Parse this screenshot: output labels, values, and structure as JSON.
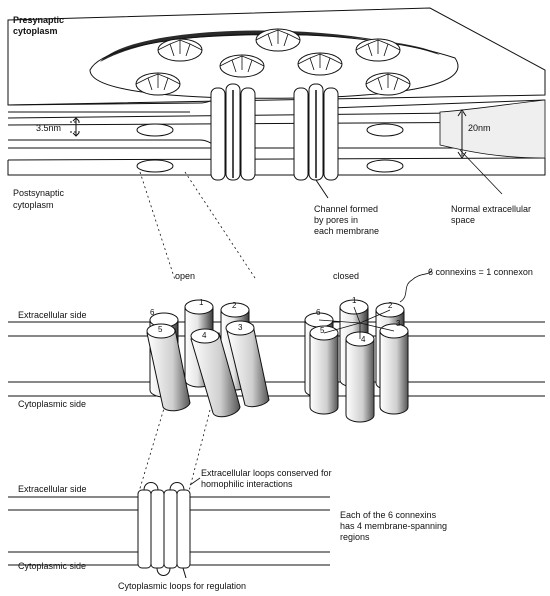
{
  "top_panel": {
    "presynaptic_line1": "Presynaptic",
    "presynaptic_line2": "cytoplasm",
    "postsynaptic_line1": "Postsynaptic",
    "postsynaptic_line2": "cytoplasm",
    "gap_label": "3.5nm",
    "space_label": "20nm",
    "channel_line1": "Channel formed",
    "channel_line2": "by pores in",
    "channel_line3": "each membrane",
    "normal_line1": "Normal extracellular",
    "normal_line2": "space"
  },
  "middle_panel": {
    "open_label": "open",
    "closed_label": "closed",
    "connexon_label": "6 connexins = 1 connexon",
    "extracellular_label": "Extracellular side",
    "cytoplasmic_label": "Cytoplasmic side",
    "subunits": [
      "1",
      "2",
      "3",
      "4",
      "5",
      "6"
    ]
  },
  "bottom_panel": {
    "extracellular_label": "Extracellular side",
    "cytoplasmic_label": "Cytoplasmic side",
    "loops_ext_line1": "Extracellular loops conserved for",
    "loops_ext_line2": "homophilic interactions",
    "loops_cyt": "Cytoplasmic loops for regulation",
    "each_line1": "Each of the 6 connexins",
    "each_line2": "has 4 membrane-spanning",
    "each_line3": "regions"
  },
  "colors": {
    "ink": "#111111",
    "shade": "#3a3a3a",
    "light_shade": "#9a9a9a",
    "paper": "#ffffff"
  }
}
